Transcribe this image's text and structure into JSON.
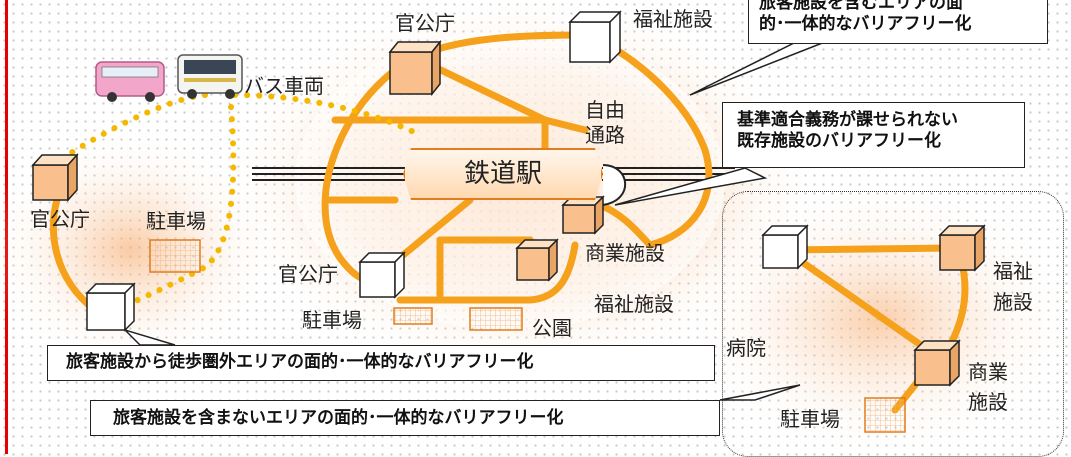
{
  "labels": {
    "gov_office_top": "官公庁",
    "welfare_top": "福祉施設",
    "bus_vehicle": "バス車両",
    "free_passage": "自由\n通路",
    "station": "鉄道駅",
    "gov_office_left": "官公庁",
    "parking_left": "駐車場",
    "commercial_center": "商業施設",
    "gov_office_center": "官公庁",
    "welfare_center": "福祉施設",
    "parking_center": "駐車場",
    "park": "公園",
    "hospital": "病院",
    "welfare_right": "福祉\n施設",
    "commercial_right": "商業\n施設",
    "parking_right": "駐車場"
  },
  "callouts": {
    "top_right": "旅客施設を含むエリアの面\n的･一体的なバリアフリー化",
    "existing": "基準適合義務が課せられない\n既存施設のバリアフリー化",
    "walking": "旅客施設から徒歩圏外エリアの面的･一体的なバリアフリー化",
    "no_station": "旅客施設を含まないエリアの面的･一体的なバリアフリー化"
  },
  "colors": {
    "route": "#f5a11c",
    "halo": "#f7a35c",
    "accent_red": "#e60000",
    "bus_dots": "#f5b800"
  },
  "icons": [
    "bus-pink-icon",
    "bus-white-icon"
  ]
}
